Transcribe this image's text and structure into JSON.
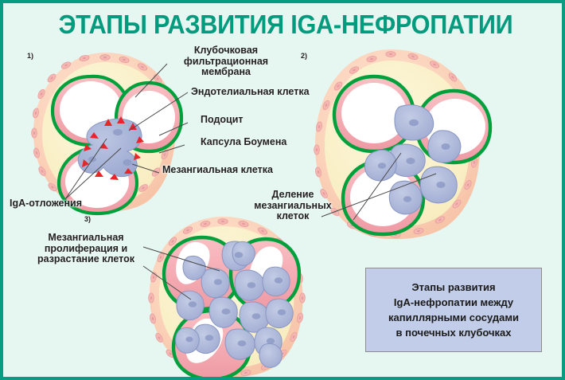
{
  "page": {
    "title": "ЭТАПЫ РАЗВИТИЯ IGA-НЕФРОПАТИИ",
    "background_color": "#e6f7f2",
    "border_color": "#0a9c82",
    "title_color": "#029b7e"
  },
  "stage_markers": {
    "one": "1)",
    "two": "2)",
    "three": "3)"
  },
  "labels": {
    "filtration_membrane": "Клубочковая\nфильтрационная\nмембрана",
    "endothelial_cell": "Эндотелиальная клетка",
    "podocyte": "Подоцит",
    "bowman_capsule": "Капсула Боумена",
    "mesangial_cell": "Мезангиальная клетка",
    "iga_deposits": "IgA-отложения",
    "mesangial_division": "Деление\nмезангиальных\nклеток",
    "mesangial_proliferation": "Мезангиальная\nпролиферация и\nразрастание клеток"
  },
  "caption": {
    "line1": "Этапы развития",
    "line2": "IgA-нефропатии между",
    "line3": "капиллярными сосудами",
    "line4": "в почечных клубочках"
  },
  "palette": {
    "capsule_outer": "#f9cdb4",
    "capsule_cell": "#f3b0ad",
    "interior_yellow": "#fbf2ca",
    "basement_membrane": "#00a03c",
    "endothelium_pink": "#f4a8ae",
    "mesangium_blue": "#a9b4d8",
    "iga_red": "#e8252a",
    "leader_line": "#4a4a4a",
    "caption_fill": "#c2cde9",
    "caption_border": "#8d8d8d"
  },
  "diagrams": [
    {
      "id": "stage-1",
      "name": "glomerulus-stage-1-iga-deposits",
      "capillary_loops": 3,
      "iga_deposits": 12
    },
    {
      "id": "stage-2",
      "name": "glomerulus-stage-2-mesangial-division",
      "capillary_loops": 3,
      "iga_deposits": 0
    },
    {
      "id": "stage-3",
      "name": "glomerulus-stage-3-mesangial-proliferation",
      "capillary_loops": 3,
      "iga_deposits": 0
    }
  ]
}
